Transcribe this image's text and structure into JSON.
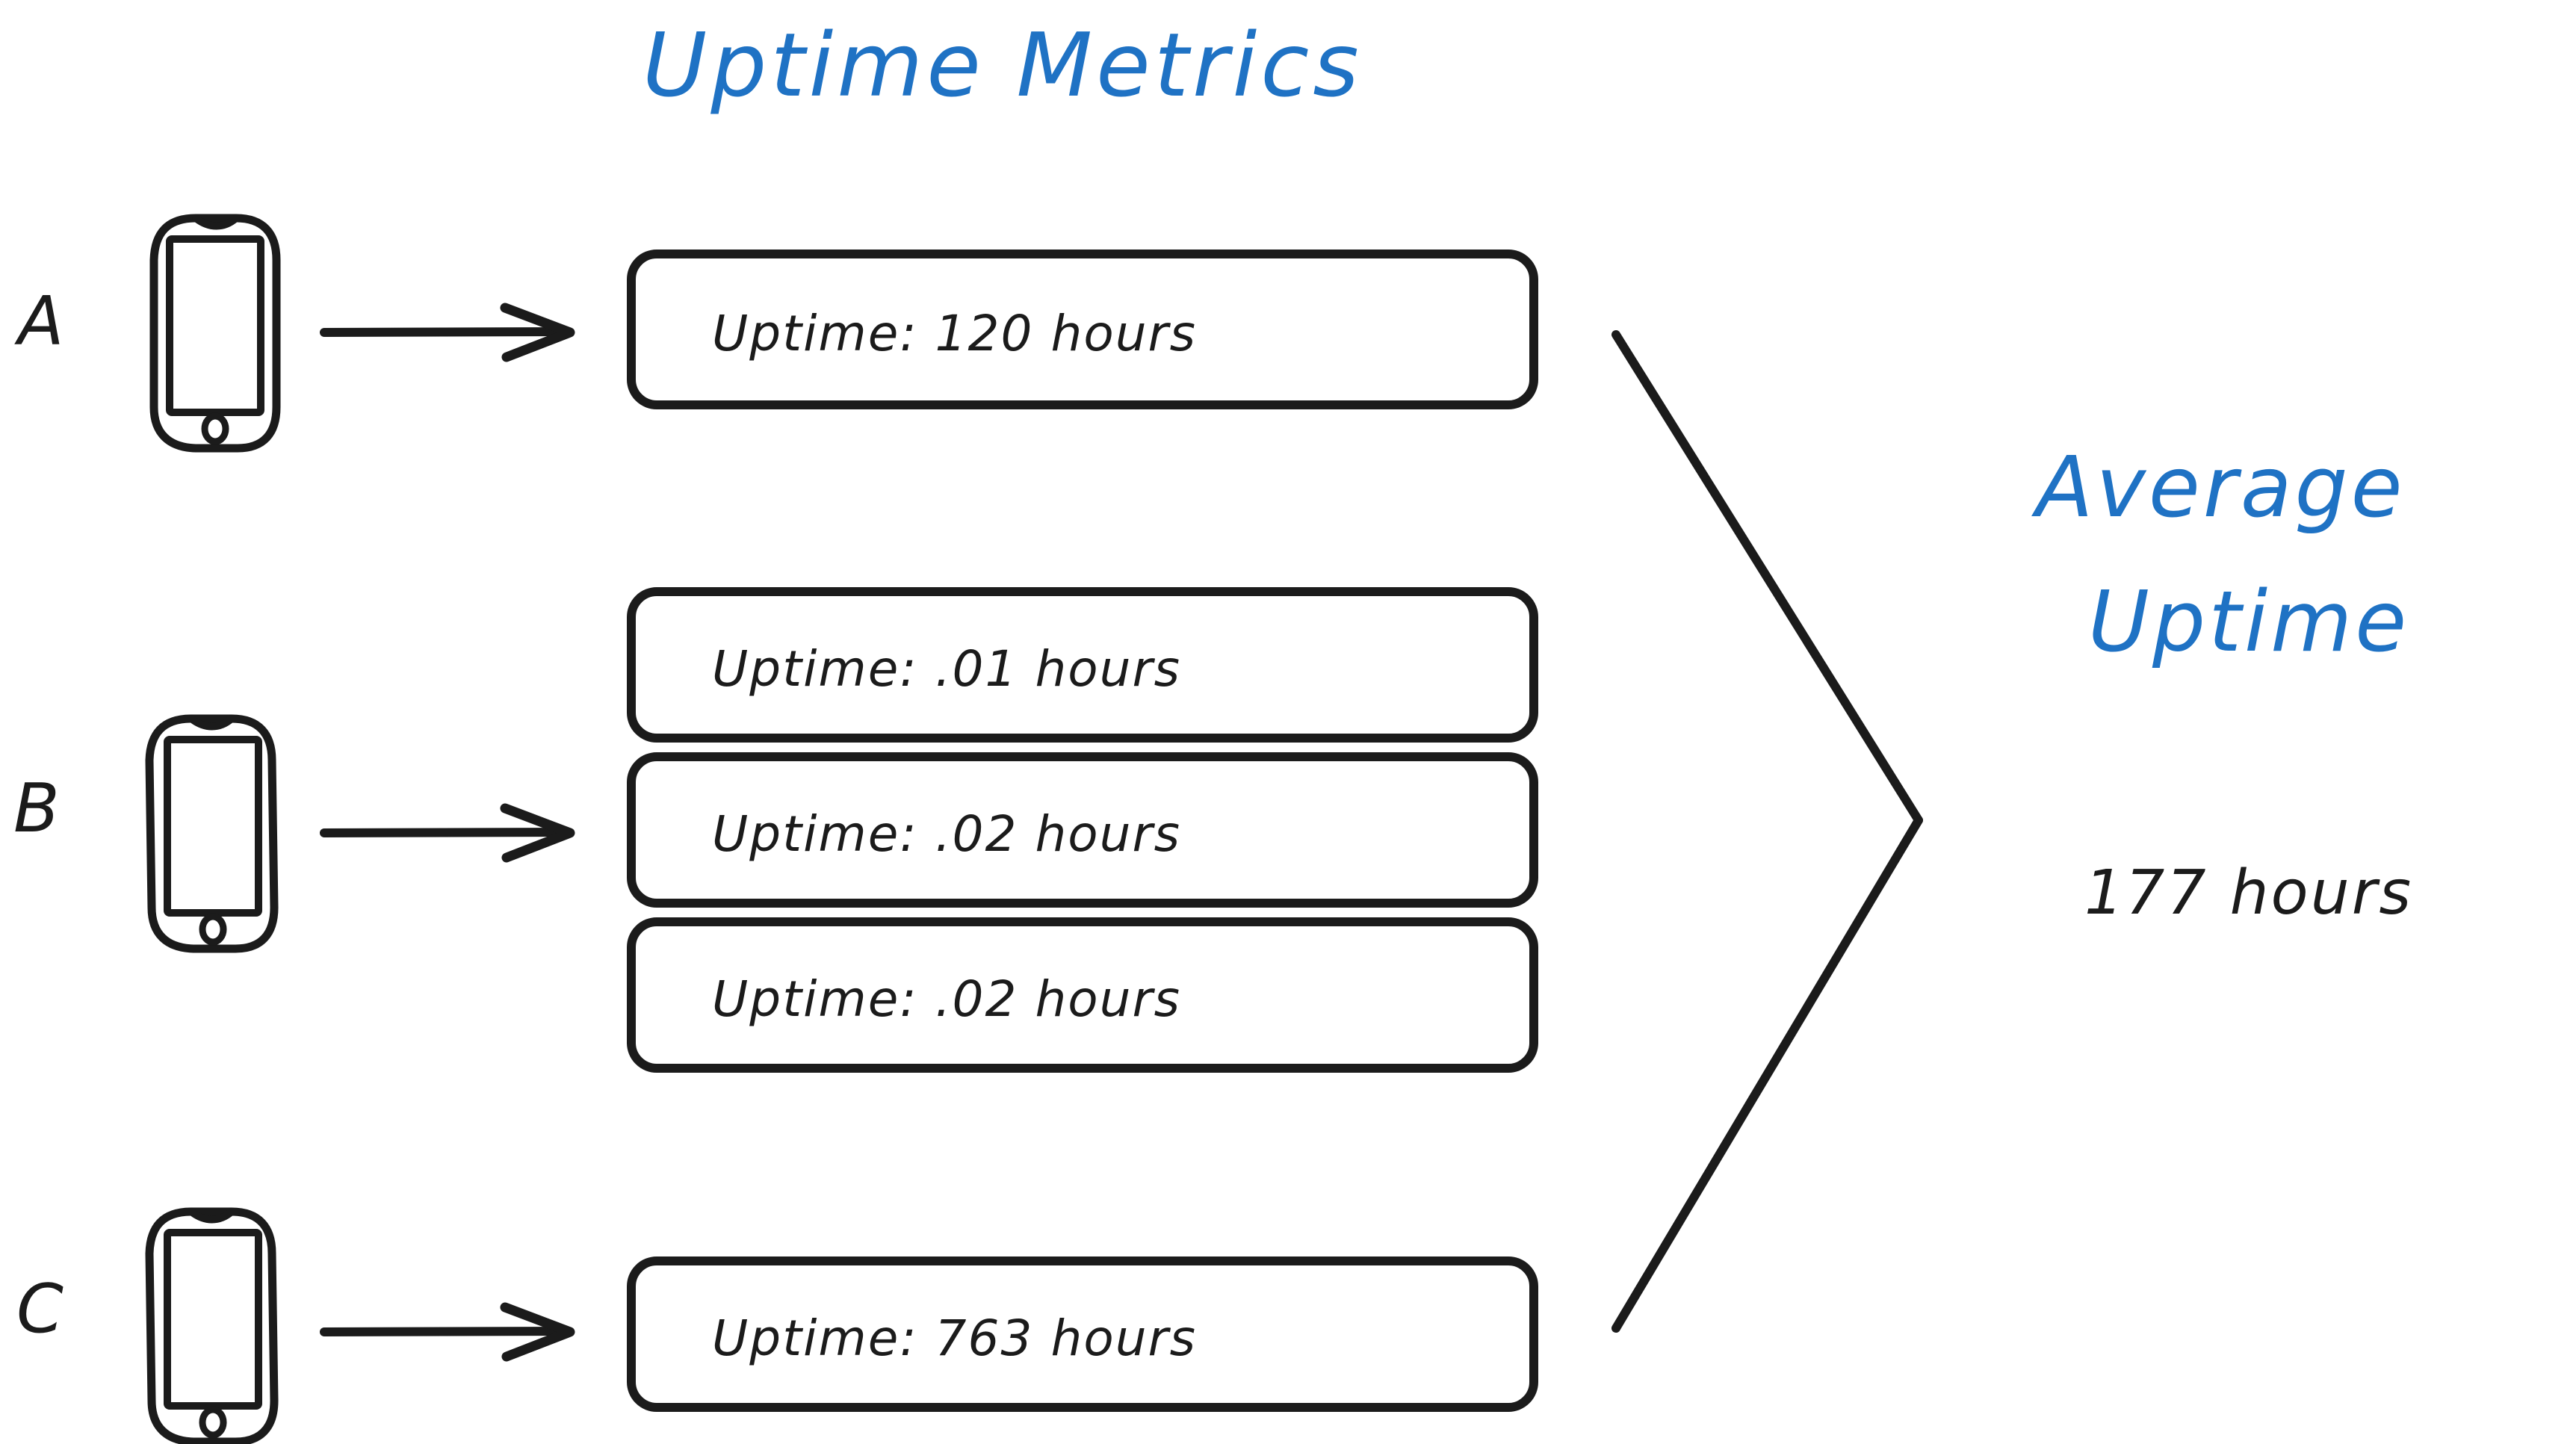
{
  "diagram": {
    "title": "Uptime Metrics",
    "title_color": "#1f72c4",
    "ink_color": "#1b1b1b",
    "background": "#ffffff",
    "devices": [
      {
        "label": "A",
        "icon": "smartphone-icon",
        "connector": "arrow-right-icon",
        "metrics": [
          {
            "text": "Uptime: 120 hours"
          }
        ]
      },
      {
        "label": "B",
        "icon": "smartphone-icon",
        "connector": "arrow-right-icon",
        "metrics": [
          {
            "text": "Uptime: .01 hours"
          },
          {
            "text": "Uptime: .02 hours"
          },
          {
            "text": "Uptime: .02 hours"
          }
        ]
      },
      {
        "label": "C",
        "icon": "smartphone-icon",
        "connector": "arrow-right-icon",
        "metrics": [
          {
            "text": "Uptime: 763 hours"
          }
        ]
      }
    ],
    "aggregate": {
      "heading_line_1": "Average",
      "heading_line_2": "Uptime",
      "heading_color": "#1f72c4",
      "value": "177 hours",
      "value_color": "#1b1b1b",
      "bracket": "converging-bracket"
    }
  }
}
